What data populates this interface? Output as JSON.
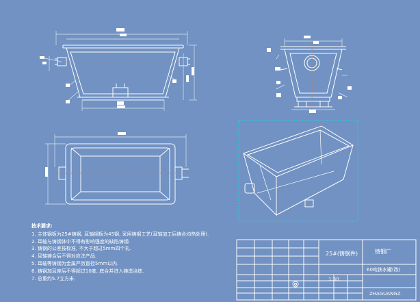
{
  "colors": {
    "background": "#7192c2",
    "line": "#ffffff",
    "center_line": "#e07a4a",
    "dimension": "#dfe6f0",
    "selection": "#19d7e6"
  },
  "tech_notes": {
    "title": "技术要求:",
    "items": [
      "1. 主体钢板为25#铸钢, 耳轴钢板为45钢, 采用铸钢工艺(耳轴加工后铸合均热处理).",
      "2. 耳轴与铸钢体中不得有影响强度的缺陷铸钢.",
      "3. 铸钢的公差按标准, 不大于超过5mm四个孔.",
      "4. 耳轴铸合后不得对应注产品.",
      "5. 耳轴等铸钢为金属严厉直径5mm以内.",
      "6. 铸钢加耳座后不得超过10度, 底合并进入铸造冶炼.",
      "7. 总重约5.7立方米."
    ]
  },
  "title_block": {
    "material": "25#(铸钢件)",
    "company": "铸钢厂",
    "part_name": "60吨铁水罐(改)",
    "scale": "1:30",
    "drawing_code": "ZHAGUANGZ"
  }
}
